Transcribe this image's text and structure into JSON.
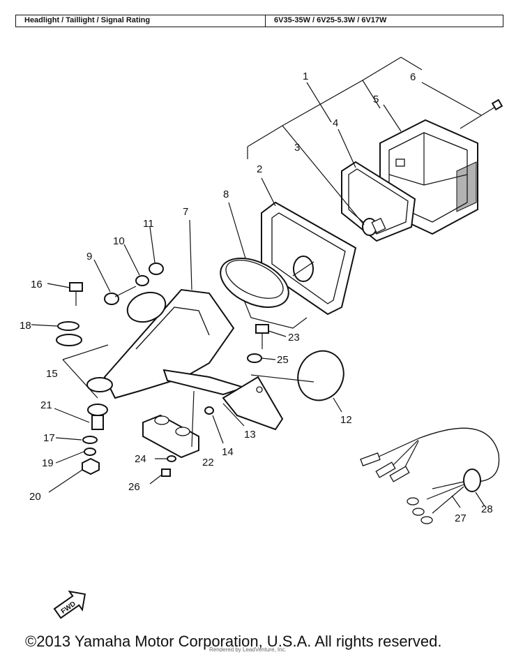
{
  "rating_table": {
    "label": "Headlight / Taillight / Signal Rating",
    "value": "6V35-35W / 6V25-5.3W / 6V17W"
  },
  "callouts": [
    {
      "id": "1",
      "text": "1"
    },
    {
      "id": "2",
      "text": "2"
    },
    {
      "id": "3",
      "text": "3"
    },
    {
      "id": "4",
      "text": "4"
    },
    {
      "id": "5",
      "text": "5"
    },
    {
      "id": "6",
      "text": "6"
    },
    {
      "id": "7",
      "text": "7"
    },
    {
      "id": "8",
      "text": "8"
    },
    {
      "id": "9",
      "text": "9"
    },
    {
      "id": "10",
      "text": "10"
    },
    {
      "id": "11",
      "text": "11"
    },
    {
      "id": "12",
      "text": "12"
    },
    {
      "id": "13",
      "text": "13"
    },
    {
      "id": "14",
      "text": "14"
    },
    {
      "id": "15",
      "text": "15"
    },
    {
      "id": "16",
      "text": "16"
    },
    {
      "id": "17",
      "text": "17"
    },
    {
      "id": "18",
      "text": "18"
    },
    {
      "id": "19",
      "text": "19"
    },
    {
      "id": "20",
      "text": "20"
    },
    {
      "id": "21",
      "text": "21"
    },
    {
      "id": "22",
      "text": "22"
    },
    {
      "id": "23",
      "text": "23"
    },
    {
      "id": "24",
      "text": "24"
    },
    {
      "id": "25",
      "text": "25"
    },
    {
      "id": "26",
      "text": "26"
    },
    {
      "id": "27",
      "text": "27"
    },
    {
      "id": "28",
      "text": "28"
    }
  ],
  "fwd_label": "FWD",
  "copyright": "©2013 Yamaha Motor Corporation, U.S.A. All rights reserved.",
  "watermark": "Rendered by LeadVenture, Inc."
}
